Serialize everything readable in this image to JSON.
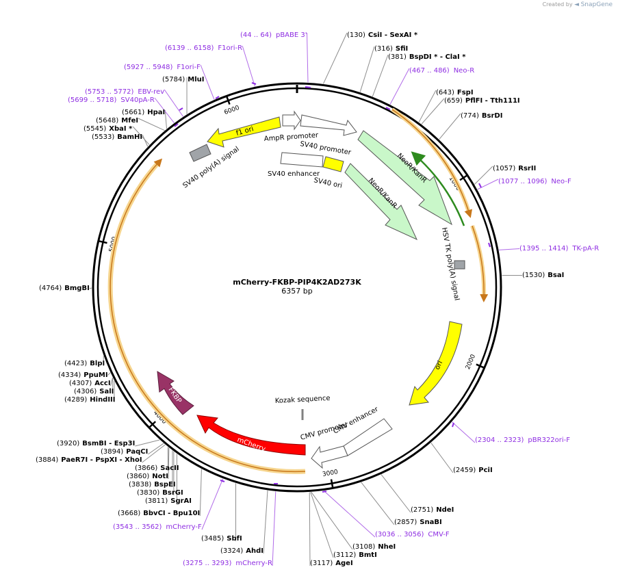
{
  "brand": {
    "prefix": "Created by",
    "name": "SnapGene"
  },
  "plasmid": {
    "name": "mCherry-FKBP-PIP4K2AD273K",
    "length_label": "6357 bp",
    "length": 6357
  },
  "ticks": [
    {
      "bp": 1000,
      "label": "1000"
    },
    {
      "bp": 2000,
      "label": "2000"
    },
    {
      "bp": 3000,
      "label": "3000"
    },
    {
      "bp": 4000,
      "label": "4000"
    },
    {
      "bp": 5000,
      "label": "5000"
    },
    {
      "bp": 6000,
      "label": "6000"
    }
  ],
  "enzyme_labels": [
    {
      "id": "csii",
      "name": "CsiI",
      "extra": "  -  SexAI *",
      "pos": "(130)",
      "bp": 130
    },
    {
      "id": "sfii",
      "name": "SfiI",
      "extra": "",
      "pos": "(316)",
      "bp": 316
    },
    {
      "id": "bspdi",
      "name": "BspDI *",
      "extra": "  -  ClaI *",
      "pos": "(381)",
      "bp": 381
    },
    {
      "id": "fspi",
      "name": "FspI",
      "extra": "",
      "pos": "(643)",
      "bp": 643
    },
    {
      "id": "pflfi",
      "name": "PflFI",
      "extra": "  -  Tth111I",
      "pos": "(659)",
      "bp": 659
    },
    {
      "id": "bsrdi",
      "name": "BsrDI",
      "extra": "",
      "pos": "(774)",
      "bp": 774
    },
    {
      "id": "rsrii",
      "name": "RsrII",
      "extra": "",
      "pos": "(1057)",
      "bp": 1057
    },
    {
      "id": "bsai",
      "name": "BsaI",
      "extra": "",
      "pos": "(1530)",
      "bp": 1530
    },
    {
      "id": "pcii",
      "name": "PciI",
      "extra": "",
      "pos": "(2459)",
      "bp": 2459
    },
    {
      "id": "ndei",
      "name": "NdeI",
      "extra": "",
      "pos": "(2751)",
      "bp": 2751
    },
    {
      "id": "snabi",
      "name": "SnaBI",
      "extra": "",
      "pos": "(2857)",
      "bp": 2857
    },
    {
      "id": "nhei",
      "name": "NheI",
      "extra": "",
      "pos": "(3108)",
      "bp": 3108
    },
    {
      "id": "bmti",
      "name": "BmtI",
      "extra": "",
      "pos": "(3112)",
      "bp": 3112
    },
    {
      "id": "agei",
      "name": "AgeI",
      "extra": "",
      "pos": "(3117)",
      "bp": 3117
    },
    {
      "id": "ahdi",
      "name": "AhdI",
      "extra": "",
      "pos": "(3324)",
      "bp": 3324
    },
    {
      "id": "sbfi",
      "name": "SbfI",
      "extra": "",
      "pos": "(3485)",
      "bp": 3485
    },
    {
      "id": "bbvci",
      "name": "BbvCI",
      "extra": "  -  Bpu10I",
      "pos": "(3668)",
      "bp": 3668
    },
    {
      "id": "sgrai",
      "name": "SgrAI",
      "extra": "",
      "pos": "(3811)",
      "bp": 3811
    },
    {
      "id": "bsrgi",
      "name": "BsrGI",
      "extra": "",
      "pos": "(3830)",
      "bp": 3830
    },
    {
      "id": "bspei",
      "name": "BspEI",
      "extra": "",
      "pos": "(3838)",
      "bp": 3838
    },
    {
      "id": "noti",
      "name": "NotI",
      "extra": "",
      "pos": "(3860)",
      "bp": 3860
    },
    {
      "id": "sacii",
      "name": "SacII",
      "extra": "",
      "pos": "(3866)",
      "bp": 3866
    },
    {
      "id": "paer7i",
      "name": "PaeR7I",
      "extra": "  -  PspXI  -  XhoI",
      "pos": "(3884)",
      "bp": 3884
    },
    {
      "id": "paqci",
      "name": "PaqCI",
      "extra": "",
      "pos": "(3894)",
      "bp": 3894
    },
    {
      "id": "bsmbi",
      "name": "BsmBI",
      "extra": "  -  Esp3I",
      "pos": "(3920)",
      "bp": 3920
    },
    {
      "id": "hindiii",
      "name": "HindIII",
      "extra": "",
      "pos": "(4289)",
      "bp": 4289
    },
    {
      "id": "sali",
      "name": "SalI",
      "extra": "",
      "pos": "(4306)",
      "bp": 4306
    },
    {
      "id": "acci",
      "name": "AccI",
      "extra": "",
      "pos": "(4307)",
      "bp": 4307
    },
    {
      "id": "ppumi",
      "name": "PpuMI",
      "extra": "",
      "pos": "(4334)",
      "bp": 4334
    },
    {
      "id": "blpi",
      "name": "BlpI",
      "extra": "",
      "pos": "(4423)",
      "bp": 4423
    },
    {
      "id": "bmgbi",
      "name": "BmgBI",
      "extra": "",
      "pos": "(4764)",
      "bp": 4764
    },
    {
      "id": "bamhi",
      "name": "BamHI",
      "extra": "",
      "pos": "(5533)",
      "bp": 5533
    },
    {
      "id": "xbai",
      "name": "XbaI *",
      "extra": "",
      "pos": "(5545)",
      "bp": 5545
    },
    {
      "id": "mfei",
      "name": "MfeI",
      "extra": "",
      "pos": "(5648)",
      "bp": 5648
    },
    {
      "id": "hpai",
      "name": "HpaI",
      "extra": "",
      "pos": "(5661)",
      "bp": 5661
    },
    {
      "id": "mlui",
      "name": "MluI",
      "extra": "",
      "pos": "(5784)",
      "bp": 5784
    }
  ],
  "primer_labels": [
    {
      "id": "pbabe3",
      "name": "pBABE 3'",
      "range": "(44 .. 64)",
      "bp": 54
    },
    {
      "id": "f1ori-r",
      "name": "F1ori-R",
      "range": "(6139 .. 6158)",
      "bp": 6148
    },
    {
      "id": "f1ori-f",
      "name": "F1ori-F",
      "range": "(5927 .. 5948)",
      "bp": 5937
    },
    {
      "id": "ebv-rev",
      "name": "EBV-rev",
      "range": "(5753 .. 5772)",
      "bp": 5762
    },
    {
      "id": "sv40pa-r",
      "name": "SV40pA-R",
      "range": "(5699 .. 5718)",
      "bp": 5708
    },
    {
      "id": "neo-r",
      "name": "Neo-R",
      "range": "(467 .. 486)",
      "bp": 476
    },
    {
      "id": "neo-f",
      "name": "Neo-F",
      "range": "(1077 .. 1096)",
      "bp": 1086
    },
    {
      "id": "tk-pa-r",
      "name": "TK-pA-R",
      "range": "(1395 .. 1414)",
      "bp": 1404
    },
    {
      "id": "pbr322ori-f",
      "name": "pBR322ori-F",
      "range": "(2304 .. 2323)",
      "bp": 2313
    },
    {
      "id": "cmv-f",
      "name": "CMV-F",
      "range": "(3036 .. 3056)",
      "bp": 3046
    },
    {
      "id": "mcherry-f",
      "name": "mCherry-F",
      "range": "(3543 .. 3562)",
      "bp": 3552
    },
    {
      "id": "mcherry-r",
      "name": "mCherry-R",
      "range": "(3275 .. 3293)",
      "bp": 3284
    }
  ],
  "features": [
    {
      "id": "f1-ori",
      "label": "f1 ori",
      "color": "#ffff00"
    },
    {
      "id": "ampr-promoter",
      "label": "AmpR promoter",
      "color": "#ffffff"
    },
    {
      "id": "sv40-promoter",
      "label": "SV40 promoter",
      "color": "#ffffff"
    },
    {
      "id": "sv40-enhancer",
      "label": "SV40 enhancer",
      "color": "#ffffff"
    },
    {
      "id": "sv40-ori",
      "label": "SV40 ori",
      "color": "#ffff00"
    },
    {
      "id": "neor-kanr-1",
      "label": "NeoR/KanR",
      "color": "#c9f7c9"
    },
    {
      "id": "neor-kanr-2",
      "label": "NeoR/KanR",
      "color": "#c9f7c9"
    },
    {
      "id": "hsv-tk-polya",
      "label": "HSV TK poly(A) signal",
      "color": "#a0a4a8"
    },
    {
      "id": "sv40-polya",
      "label": "SV40 poly(A) signal",
      "color": "#a0a4a8"
    },
    {
      "id": "ori",
      "label": "ori",
      "color": "#ffff00"
    },
    {
      "id": "cmv-enhancer",
      "label": "CMV enhancer",
      "color": "#ffffff"
    },
    {
      "id": "cmv-promoter",
      "label": "CMV promoter",
      "color": "#ffffff"
    },
    {
      "id": "kozak",
      "label": "Kozak sequence",
      "color": "#808080"
    },
    {
      "id": "mcherry",
      "label": "mCherry",
      "color": "#ff0000"
    },
    {
      "id": "fkbp",
      "label": "FKBP",
      "color": "#993366"
    }
  ]
}
